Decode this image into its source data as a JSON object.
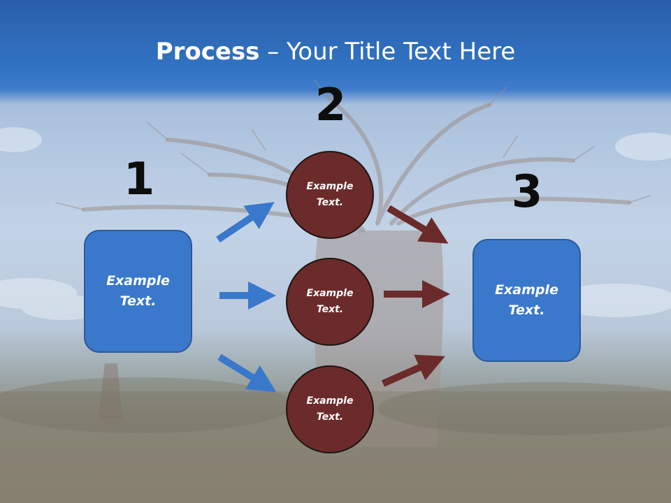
{
  "title": {
    "bold": "Process",
    "rest": " – Your Title Text Here"
  },
  "steps": [
    {
      "number": "1"
    },
    {
      "number": "2"
    },
    {
      "number": "3"
    }
  ],
  "left_box": {
    "text": "Example\nText."
  },
  "circles": [
    {
      "text": "Example\nText."
    },
    {
      "text": "Example\nText."
    },
    {
      "text": "Example\nText."
    }
  ],
  "right_box": {
    "text": "Example\nText."
  },
  "colors": {
    "box": "#3a78cc",
    "circle": "#6b2b2b",
    "arrow_blue": "#3a78cc",
    "arrow_red": "#6b2b2b"
  }
}
